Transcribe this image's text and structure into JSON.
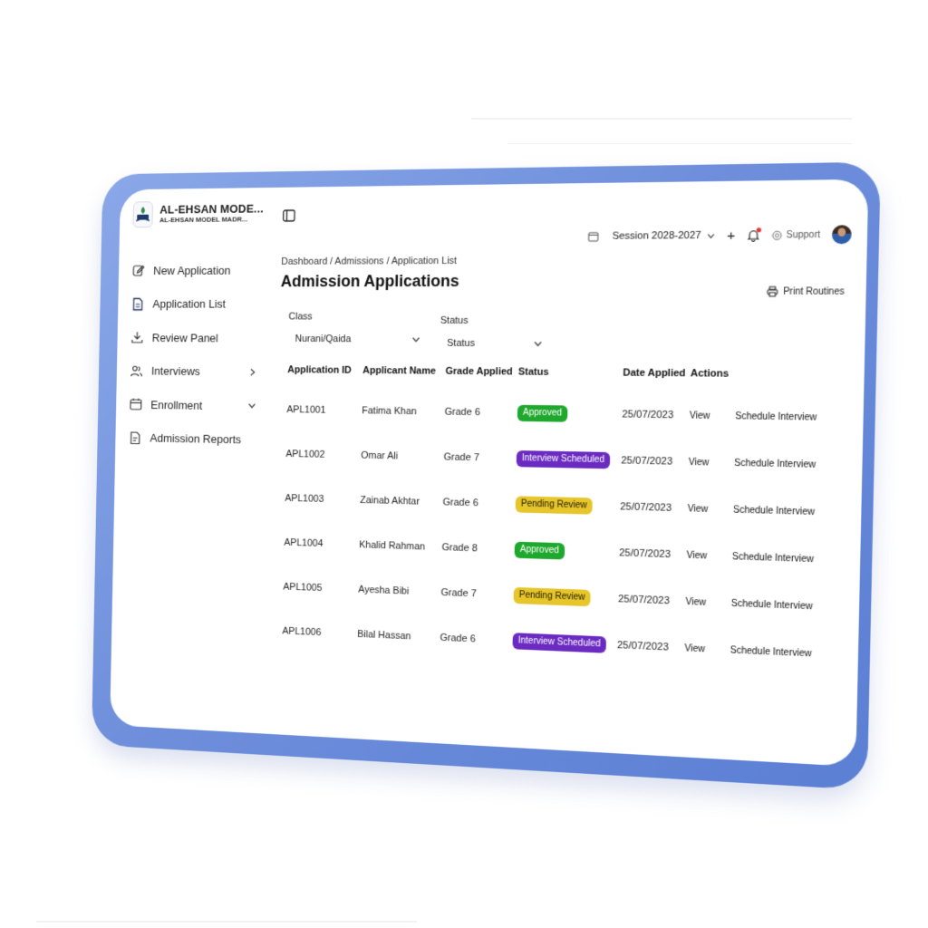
{
  "brand": {
    "title": "AL-EHSAN MODE...",
    "subtitle": "AL-EHSAN MODEL MADR..."
  },
  "sidebar": {
    "items": [
      {
        "label": "New Application",
        "icon": "edit-icon"
      },
      {
        "label": "Application List",
        "icon": "document-icon"
      },
      {
        "label": "Review Panel",
        "icon": "download-icon"
      },
      {
        "label": "Interviews",
        "icon": "users-icon",
        "chevron": "right"
      },
      {
        "label": "Enrollment",
        "icon": "calendar-icon",
        "chevron": "down"
      },
      {
        "label": "Admission Reports",
        "icon": "report-icon"
      }
    ]
  },
  "topbar": {
    "session": "Session 2028-2027",
    "support": "Support"
  },
  "breadcrumb": "Dashboard / Admissions / Application List",
  "page_title": "Admission Applications",
  "print_label": "Print Routines",
  "filters": {
    "class_label": "Class",
    "class_value": "Nurani/Qaida",
    "status_label": "Status",
    "status_value": "Status"
  },
  "table": {
    "headers": [
      "Application ID",
      "Applicant Name",
      "Grade Applied",
      "Status",
      "Date Applied",
      "Actions"
    ],
    "rows": [
      {
        "id": "APL1001",
        "name": "Fatima Khan",
        "grade": "Grade 6",
        "status": "Approved",
        "status_kind": "approved",
        "date": "25/07/2023",
        "view": "View",
        "schedule": "Schedule Interview"
      },
      {
        "id": "APL1002",
        "name": "Omar Ali",
        "grade": "Grade 7",
        "status": "Interview Scheduled",
        "status_kind": "interview",
        "date": "25/07/2023",
        "view": "View",
        "schedule": "Schedule Interview"
      },
      {
        "id": "APL1003",
        "name": "Zainab Akhtar",
        "grade": "Grade 6",
        "status": "Pending Review",
        "status_kind": "pending",
        "date": "25/07/2023",
        "view": "View",
        "schedule": "Schedule Interview"
      },
      {
        "id": "APL1004",
        "name": "Khalid Rahman",
        "grade": "Grade 8",
        "status": "Approved",
        "status_kind": "approved",
        "date": "25/07/2023",
        "view": "View",
        "schedule": "Schedule Interview"
      },
      {
        "id": "APL1005",
        "name": "Ayesha Bibi",
        "grade": "Grade 7",
        "status": "Pending Review",
        "status_kind": "pending",
        "date": "25/07/2023",
        "view": "View",
        "schedule": "Schedule Interview"
      },
      {
        "id": "APL1006",
        "name": "Bilal Hassan",
        "grade": "Grade 6",
        "status": "Interview Scheduled",
        "status_kind": "interview",
        "date": "25/07/2023",
        "view": "View",
        "schedule": "Schedule Interview"
      }
    ]
  },
  "colors": {
    "bezel": "#6f8fdc",
    "approved": "#1fa82e",
    "interview": "#6b2bc2",
    "pending": "#e6c62a",
    "notification_dot": "#e53935"
  }
}
